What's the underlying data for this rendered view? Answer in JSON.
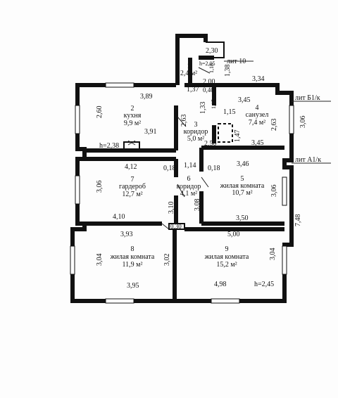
{
  "rooms": [
    {
      "num": "1",
      "name": "",
      "area": "2,4 м²"
    },
    {
      "num": "2",
      "name": "кухня",
      "area": "9,9 м²"
    },
    {
      "num": "3",
      "name": "коридор",
      "area": "5,0 м²"
    },
    {
      "num": "4",
      "name": "санузел",
      "area": "7,4 м²"
    },
    {
      "num": "5",
      "name": "жилая комната",
      "area": "10,7 м²"
    },
    {
      "num": "6",
      "name": "коридор",
      "area": "4,1 м²"
    },
    {
      "num": "7",
      "name": "гардероб",
      "area": "12,7 м²"
    },
    {
      "num": "8",
      "name": "жилая комната",
      "area": "11,9 м²"
    },
    {
      "num": "9",
      "name": "жилая комната",
      "area": "15,2 м²"
    }
  ],
  "dims": {
    "d_2_30": "2,30",
    "d_h205": "h=2,05",
    "d_1_18": "1,18",
    "d_1_38": "1,38",
    "d_2_00": "2,00",
    "d_3_34": "3,34",
    "d_1_37": "1,37",
    "d_0_40": "0,40",
    "d_3_89": "3,89",
    "d_3_45a": "3,45",
    "d_2_60": "2,60",
    "d_1_33": "1,33",
    "d_1_15a": "1,15",
    "d_1_15b": "1,15",
    "d_3_91": "3,91",
    "d_2_63a": "2,63",
    "d_1_47": "1,47",
    "d_2_63b": "2,63",
    "d_3_06a": "3,06",
    "d_h238": "h=2,38",
    "d_2_50": "2,50",
    "d_3_45b": "3,45",
    "d_4_12": "4,12",
    "d_0_18a": "0,18",
    "d_1_14": "1,14",
    "d_0_18b": "0,18",
    "d_3_46": "3,46",
    "d_3_06b": "3,06",
    "d_3_06c": "3,06",
    "d_4_10": "4,10",
    "d_3_10": "3,10",
    "d_3_08": "3,08",
    "d_3_50": "3,50",
    "d_7_48": "7,48",
    "d_3_93": "3,93",
    "d_0_30": "0,30",
    "d_5_00": "5,00",
    "d_3_04a": "3,04",
    "d_3_02": "3,02",
    "d_3_04b": "3,04",
    "d_3_95": "3,95",
    "d_4_98": "4,98",
    "d_h245": "h=2,45"
  },
  "lit": {
    "lit10": "лит 10",
    "litb1": "лит Б1/к",
    "lita1": "лит А1/к"
  }
}
